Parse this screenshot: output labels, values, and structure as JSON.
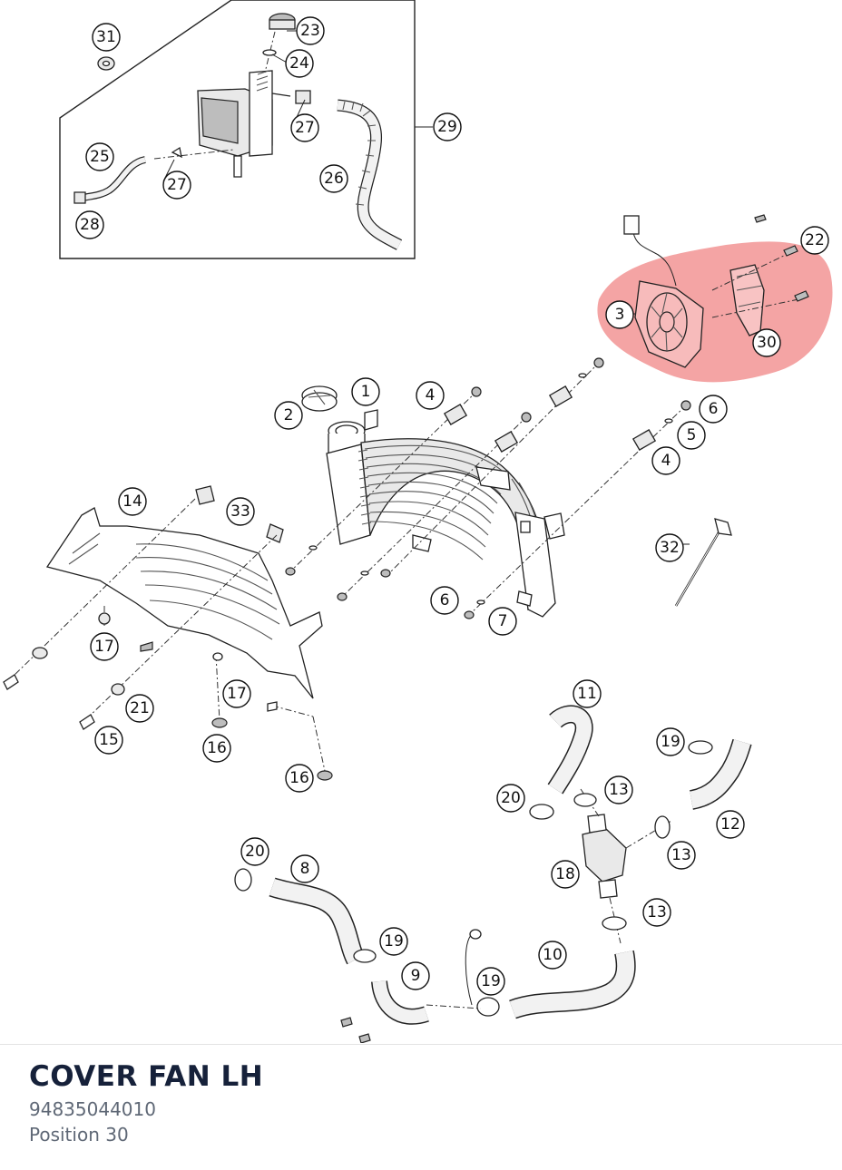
{
  "part": {
    "title": "COVER FAN LH",
    "number": "94835044010",
    "position": "Position 30"
  },
  "highlight_color": "#f08585",
  "callouts": [
    "31",
    "23",
    "24",
    "29",
    "27",
    "25",
    "26",
    "27",
    "28",
    "22",
    "3",
    "30",
    "1",
    "2",
    "4",
    "6",
    "5",
    "4",
    "14",
    "33",
    "32",
    "6",
    "7",
    "17",
    "21",
    "17",
    "15",
    "16",
    "16",
    "11",
    "19",
    "20",
    "13",
    "12",
    "13",
    "18",
    "20",
    "8",
    "13",
    "19",
    "10",
    "9",
    "19"
  ]
}
